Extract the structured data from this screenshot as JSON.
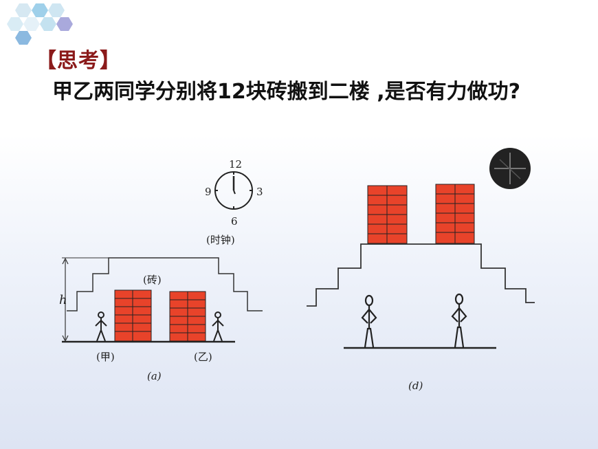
{
  "slide": {
    "heading": "【思考】",
    "question": "甲乙两同学分别将12块砖搬到二楼 ,是否有力做功?"
  },
  "figure_a": {
    "clock_label": "(时钟)",
    "clock_numbers": [
      "12",
      "3",
      "6",
      "9"
    ],
    "height_symbol": "h",
    "bricks_label": "(砖)",
    "person_left_label": "(甲)",
    "person_right_label": "(乙)",
    "caption": "(a)"
  },
  "figure_d": {
    "caption": "(d)"
  },
  "colors": {
    "heading": "#8b1a1a",
    "brick": "#e8432a",
    "hexagons": [
      "#cfe3ef",
      "#8fc7e6",
      "#c9cbe8",
      "#7aa9d6"
    ]
  },
  "icons": [
    "hexagon-cluster-icon",
    "clock-icon",
    "stopwatch-icon",
    "stick-figure-icon"
  ]
}
